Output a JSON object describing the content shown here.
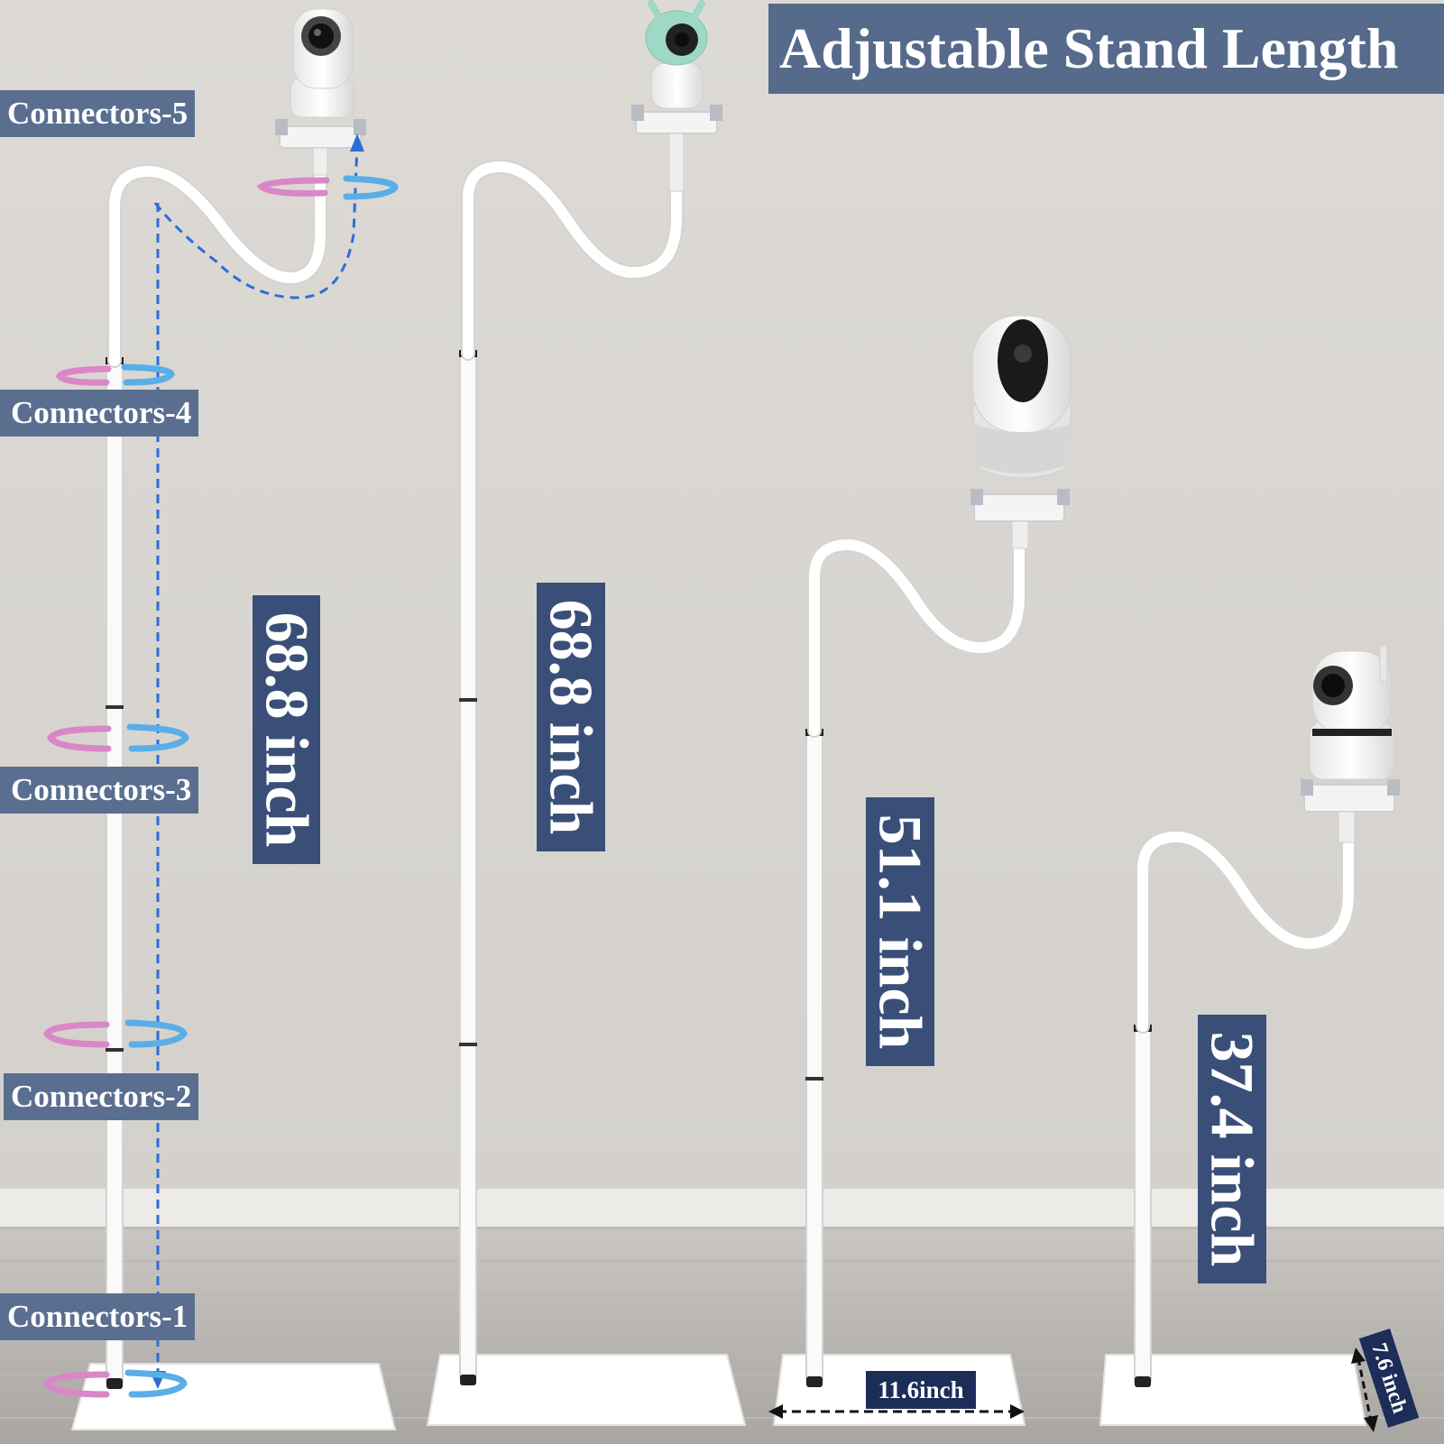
{
  "title": "Adjustable Stand Length",
  "connectors": [
    "Connectors-5",
    "Connectors-4",
    "Connectors-3",
    "Connectors-2",
    "Connectors-1"
  ],
  "stands": [
    {
      "height_label": "68.8 inch",
      "camera": "white pan-tilt camera",
      "segments": 4
    },
    {
      "height_label": "68.8 inch",
      "camera": "mint bunny-ear camera",
      "segments": 4
    },
    {
      "height_label": "51.1 inch",
      "camera": "white dome camera",
      "segments": 3
    },
    {
      "height_label": "37.4 inch",
      "camera": "white camera with antenna",
      "segments": 2
    }
  ],
  "base_dimensions": {
    "width_label": "11.6inch",
    "depth_label": "7.6 inch"
  },
  "colors": {
    "wall": "#dcd9d4",
    "floor": "#b9b6b2",
    "label_bg": "#5a6e90",
    "title_bg": "#566a8b",
    "height_label_bg": "#3a4f78",
    "dimension_bg": "#1c2d57",
    "rotate_arrow_pink": "#d987c8",
    "rotate_arrow_blue": "#5aaee6",
    "path_dashed_blue": "#2b6fd6"
  },
  "icons": [
    "rotate-arrows-icon",
    "dashed-path-arrow-icon",
    "double-arrow-icon"
  ]
}
